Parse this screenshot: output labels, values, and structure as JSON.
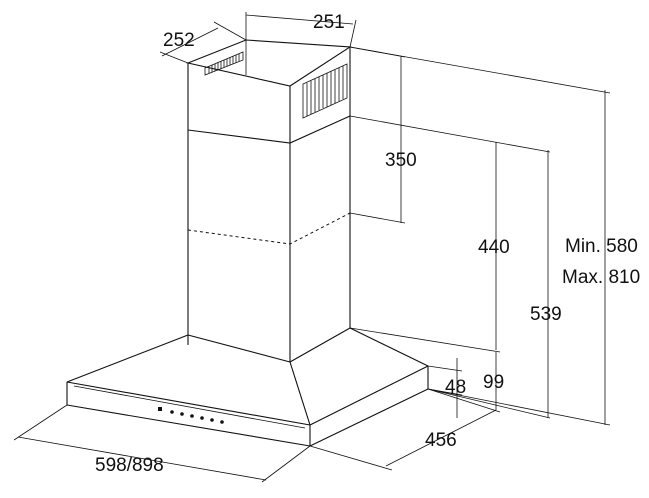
{
  "diagram": {
    "labels": {
      "duct_depth": "252",
      "duct_width": "251",
      "upper_duct_height": "350",
      "telescopic_height": "440",
      "hood_total_min_height": "539",
      "overall_min": "Min. 580",
      "overall_max": "Max. 810",
      "canopy_base_height": "99",
      "edge_thickness": "48",
      "hood_depth": "456",
      "hood_width": "598/898"
    }
  }
}
